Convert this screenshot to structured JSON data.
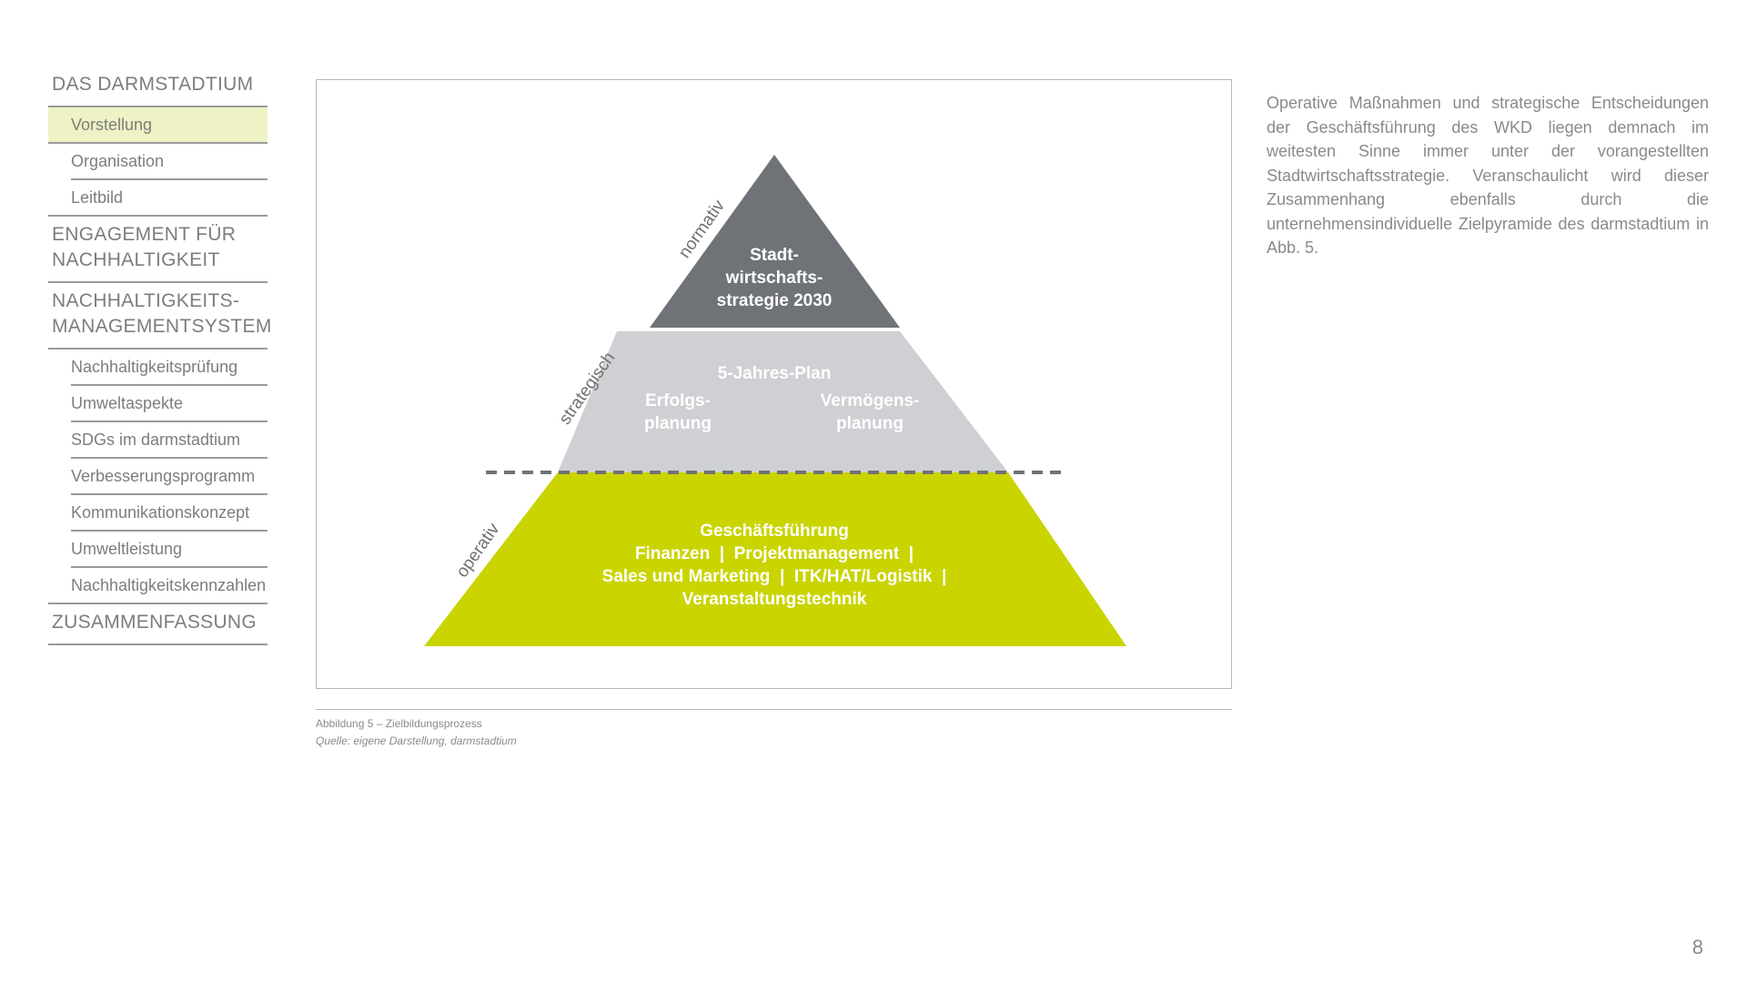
{
  "sidebar": {
    "sections": [
      {
        "title": "DAS DARMSTADTIUM",
        "items": [
          "Vorstellung",
          "Organisation",
          "Leitbild"
        ]
      },
      {
        "title_lines": [
          "ENGAGEMENT FÜR",
          "NACHHALTIGKEIT"
        ],
        "items": []
      },
      {
        "title_lines": [
          "NACHHALTIGKEITS-",
          "MANAGEMENTSYSTEM"
        ],
        "items": [
          "Nachhaltigkeitsprüfung",
          "Umweltaspekte",
          "SDGs im darmstadtium",
          "Verbesserungsprogramm",
          "Kommunikationskonzept",
          "Umweltleistung",
          "Nachhaltigkeitskennzahlen"
        ]
      },
      {
        "title": "ZUSAMMENFASSUNG",
        "items": []
      }
    ],
    "active_item": "Vorstellung"
  },
  "pyramid": {
    "top": {
      "lines": [
        "Stadt-",
        "wirtschafts-",
        "strategie 2030"
      ],
      "color": "#6f7377"
    },
    "middle": {
      "title": "5-Jahres-Plan",
      "left_lines": [
        "Erfolgs-",
        "planung"
      ],
      "right_lines": [
        "Vermögens-",
        "planung"
      ],
      "color": "#cfd0d3"
    },
    "bottom": {
      "lines": [
        "Geschäftsführung",
        "Finanzen  |  Projektmanagement  |",
        "Sales und Marketing  |  ITK/HAT/Logistik  |",
        "Veranstaltungstechnik"
      ],
      "color": "#c9d400"
    },
    "side_labels": {
      "normativ": "normativ",
      "strategisch": "strategisch",
      "operativ": "operativ"
    },
    "divider_color": "#6f7377"
  },
  "caption": {
    "title": "Abbildung 5 – Zielbildungsprozess",
    "source": "Quelle: eigene Darstellung, darmstadtium"
  },
  "body_text": "Operative Maßnahmen und strategische Entscheidungen der Geschäftsführung des WKD liegen demnach im weitesten Sinne immer unter der vorangestellten Stadtwirtschafts­strategie. Veranschaulicht wird dieser Zusammenhang ebenfalls durch die unternehmensindividuelle Zielpyramide des darmstadtium in Abb. 5.",
  "page_number": "8",
  "colors": {
    "accent_green": "#c9d400",
    "active_highlight": "#eef2c4",
    "text_gray": "#7d7d7d"
  }
}
